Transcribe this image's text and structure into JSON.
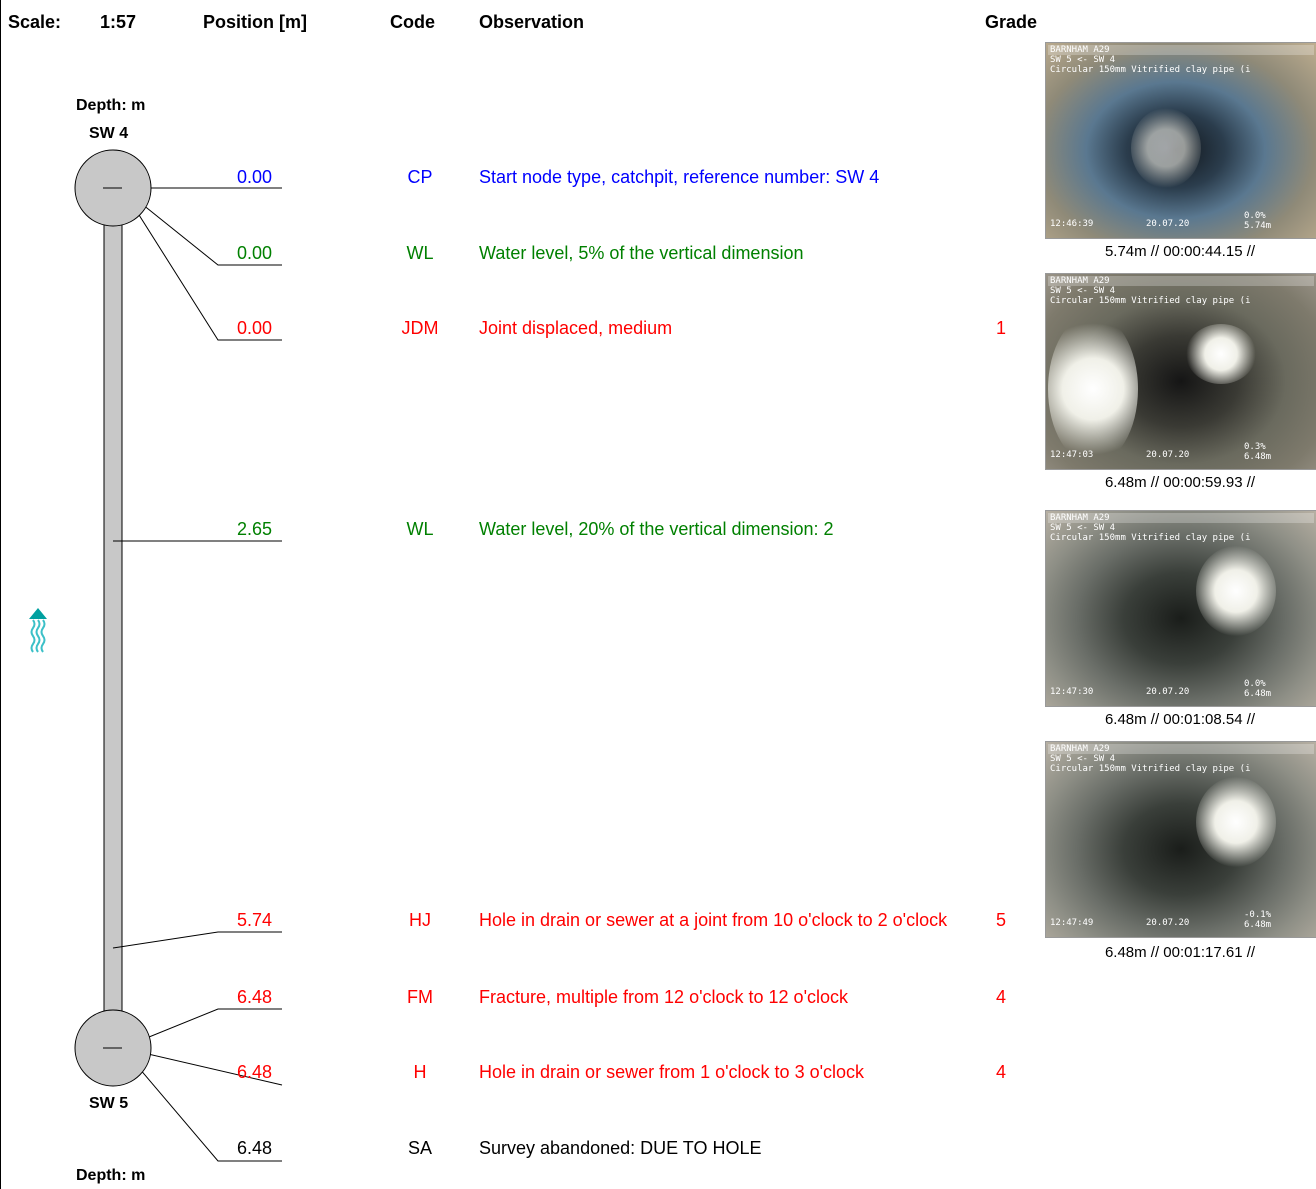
{
  "header": {
    "scale_label": "Scale:",
    "scale_value": "1:57",
    "position_label": "Position [m]",
    "code_label": "Code",
    "observation_label": "Observation",
    "grade_label": "Grade"
  },
  "diagram": {
    "depth_top": "Depth: m",
    "start_node": "SW 4",
    "end_node": "SW 5",
    "depth_bottom": "Depth: m"
  },
  "observations": [
    {
      "position": "0.00",
      "code": "CP",
      "text": "Start node type, catchpit, reference number: SW 4",
      "grade": "",
      "color": "#0000ff"
    },
    {
      "position": "0.00",
      "code": "WL",
      "text": "Water level, 5% of the vertical dimension",
      "grade": "",
      "color": "#008000"
    },
    {
      "position": "0.00",
      "code": "JDM",
      "text": "Joint displaced, medium",
      "grade": "1",
      "color": "#ff0000"
    },
    {
      "position": "2.65",
      "code": "WL",
      "text": "Water level, 20% of the vertical dimension: 2",
      "grade": "",
      "color": "#008000"
    },
    {
      "position": "5.74",
      "code": "HJ",
      "text": "Hole in drain or sewer at a joint from 10 o'clock to 2 o'clock",
      "grade": "5",
      "color": "#ff0000"
    },
    {
      "position": "6.48",
      "code": "FM",
      "text": "Fracture, multiple from 12 o'clock to 12 o'clock",
      "grade": "4",
      "color": "#ff0000"
    },
    {
      "position": "6.48",
      "code": "H",
      "text": "Hole in drain or sewer from 1 o'clock to 3 o'clock",
      "grade": "4",
      "color": "#ff0000"
    },
    {
      "position": "6.48",
      "code": "SA",
      "text": "Survey abandoned: DUE TO HOLE",
      "grade": "",
      "color": "#000000"
    }
  ],
  "images": [
    {
      "line1": "BARNHAM A29",
      "line2": "SW 5 <- SW 4",
      "line3": "Circular 150mm Vitrified clay pipe (i",
      "time": "12:46:39",
      "date": "20.07.20",
      "pct": "0.0%",
      "dist": "5.74m",
      "caption": "5.74m // 00:00:44.15 //"
    },
    {
      "line1": "BARNHAM A29",
      "line2": "SW 5 <- SW 4",
      "line3": "Circular 150mm Vitrified clay pipe (i",
      "time": "12:47:03",
      "date": "20.07.20",
      "pct": "0.3%",
      "dist": "6.48m",
      "caption": "6.48m // 00:00:59.93 //"
    },
    {
      "line1": "BARNHAM A29",
      "line2": "SW 5 <- SW 4",
      "line3": "Circular 150mm Vitrified clay pipe (i",
      "time": "12:47:30",
      "date": "20.07.20",
      "pct": "0.0%",
      "dist": "6.48m",
      "caption": "6.48m // 00:01:08.54 //"
    },
    {
      "line1": "BARNHAM A29",
      "line2": "SW 5 <- SW 4",
      "line3": "Circular 150mm Vitrified clay pipe (i",
      "time": "12:47:49",
      "date": "20.07.20",
      "pct": "-0.1%",
      "dist": "6.48m",
      "caption": "6.48m // 00:01:17.61 //"
    }
  ]
}
